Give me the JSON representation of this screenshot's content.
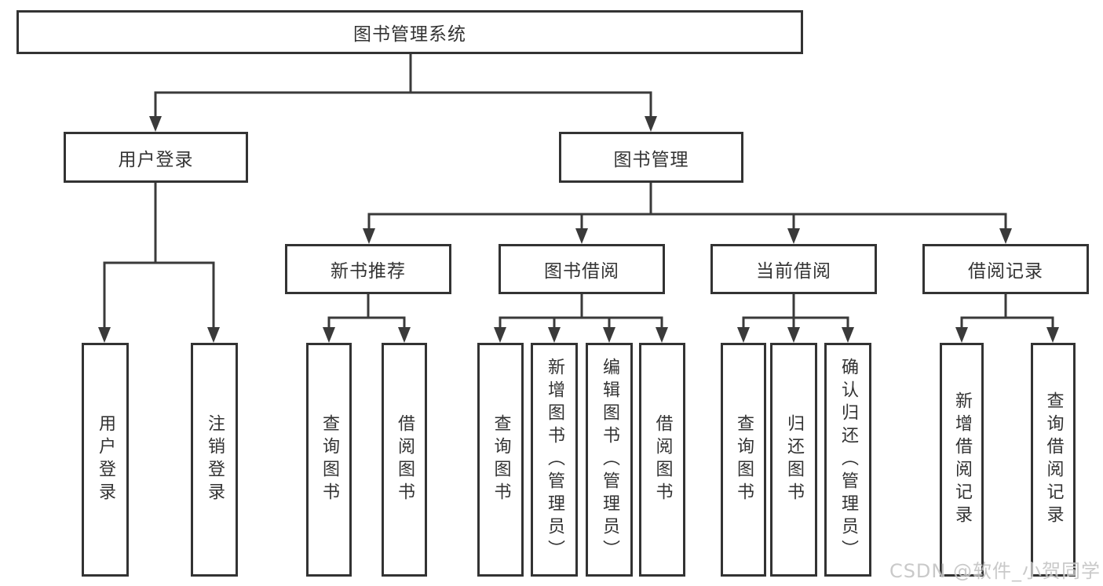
{
  "diagram": {
    "root": {
      "label": "图书管理系统",
      "children": [
        {
          "label": "用户登录",
          "children": [
            {
              "label": "用户登录"
            },
            {
              "label": "注销登录"
            }
          ]
        },
        {
          "label": "图书管理",
          "children": [
            {
              "label": "新书推荐",
              "children": [
                {
                  "label": "查询图书"
                },
                {
                  "label": "借阅图书"
                }
              ]
            },
            {
              "label": "图书借阅",
              "children": [
                {
                  "label": "查询图书"
                },
                {
                  "label": "新增图书（管理员）"
                },
                {
                  "label": "编辑图书（管理员）"
                },
                {
                  "label": "借阅图书"
                }
              ]
            },
            {
              "label": "当前借阅",
              "children": [
                {
                  "label": "查询图书"
                },
                {
                  "label": "归还图书"
                },
                {
                  "label": "确认归还（管理员）"
                }
              ]
            },
            {
              "label": "借阅记录",
              "children": [
                {
                  "label": "新增借阅记录"
                },
                {
                  "label": "查询借阅记录"
                }
              ]
            }
          ]
        }
      ]
    }
  },
  "watermark": {
    "text": "CSDN @软件_小贺同学"
  },
  "colors": {
    "line": "#3a3a3a",
    "border": "#333333",
    "text": "#333333",
    "background": "#ffffff",
    "watermark": "#c2c2c2"
  }
}
